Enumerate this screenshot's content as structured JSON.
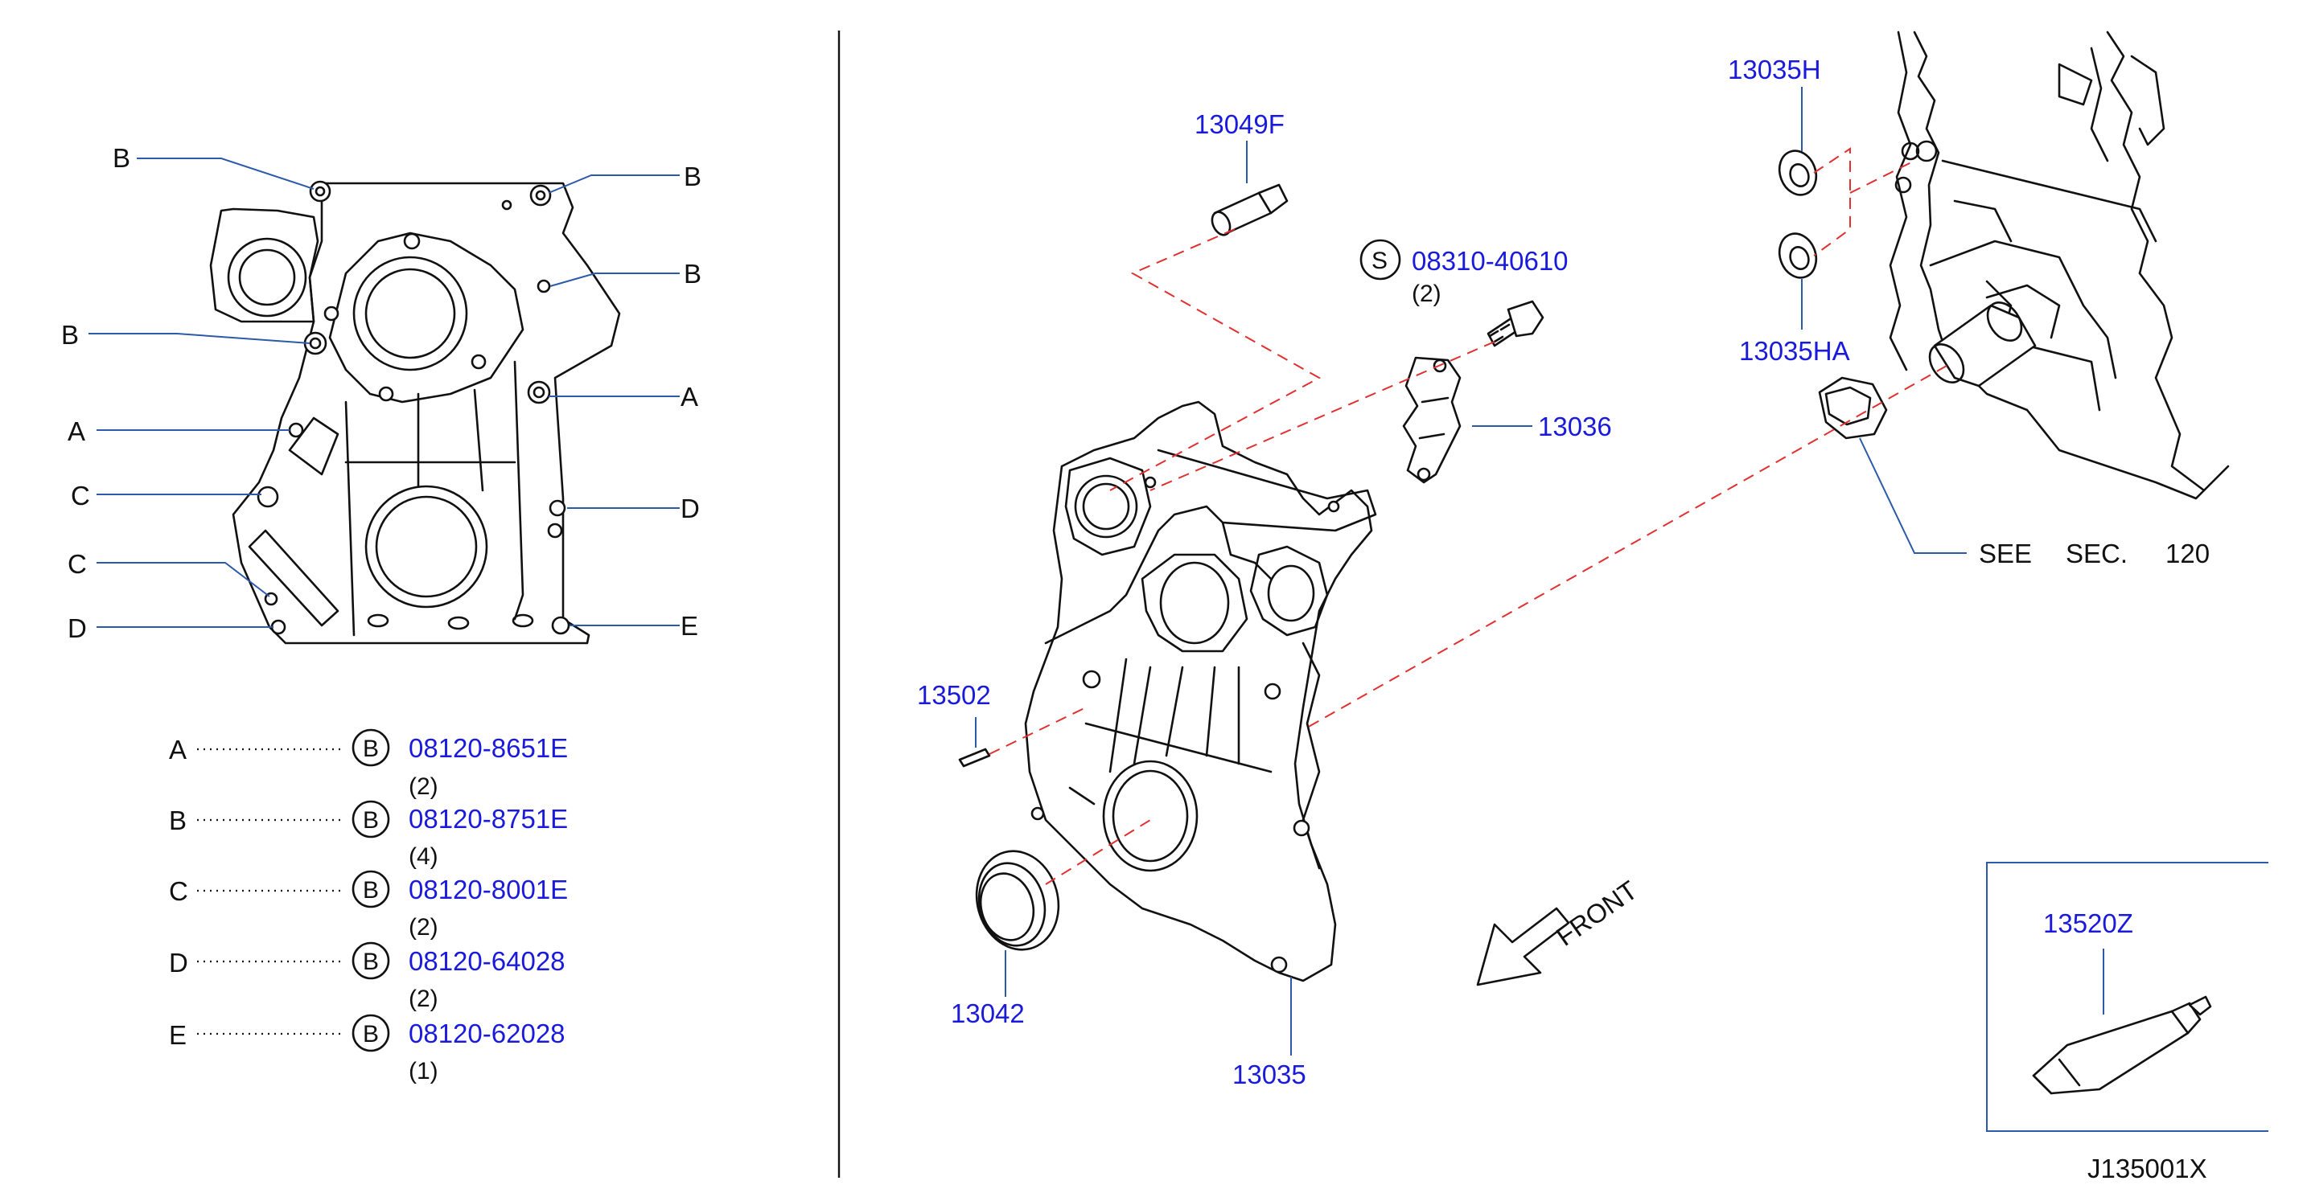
{
  "left_callouts": {
    "b1": "B",
    "b2": "B",
    "b3": "B",
    "b4": "B",
    "a1": "A",
    "a2": "A",
    "c1": "C",
    "c2": "C",
    "d1": "D",
    "d2": "D",
    "e1": "E"
  },
  "bolt_legend": [
    {
      "letter": "A",
      "symbol": "B",
      "part": "08120-8651E",
      "qty": "(2)"
    },
    {
      "letter": "B",
      "symbol": "B",
      "part": "08120-8751E",
      "qty": "(4)"
    },
    {
      "letter": "C",
      "symbol": "B",
      "part": "08120-8001E",
      "qty": "(2)"
    },
    {
      "letter": "D",
      "symbol": "B",
      "part": "08120-64028",
      "qty": "(2)"
    },
    {
      "letter": "E",
      "symbol": "B",
      "part": "08120-62028",
      "qty": "(1)"
    }
  ],
  "parts": {
    "p13049F": "13049F",
    "screw_symbol": "S",
    "screw_part": "08310-40610",
    "screw_qty": "(2)",
    "p13036": "13036",
    "p13502": "13502",
    "p13042": "13042",
    "p13035": "13035",
    "p13035H": "13035H",
    "p13035HA": "13035HA",
    "p13520Z": "13520Z"
  },
  "see_sec": {
    "see": "SEE",
    "sec": "SEC.",
    "num": "120"
  },
  "front_label": "FRONT",
  "diagram_code": "J135001X",
  "colors": {
    "part_number": "#1a1adc",
    "leader": "#2a5aa8",
    "dashed": "#e03030",
    "line": "#111111"
  }
}
